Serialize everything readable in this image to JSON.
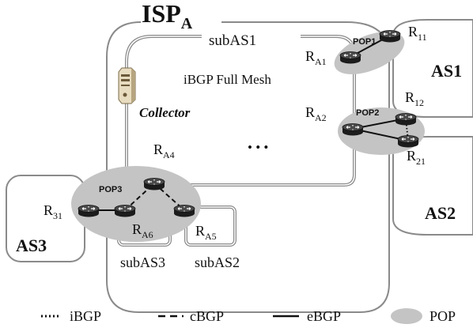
{
  "colors": {
    "box": "#8a8a8a",
    "pop": "#c4c4c4",
    "router": "#2a2a2a",
    "text": "#111111"
  },
  "isp": {
    "main": "ISP",
    "sub": "A"
  },
  "subas1": {
    "label": "subAS1"
  },
  "mesh": {
    "label": "iBGP Full Mesh",
    "dots": "• • •"
  },
  "collector": {
    "label": "Collector",
    "icon": "server-icon"
  },
  "as_labels": {
    "as1": "AS1",
    "as2": "AS2",
    "as3": "AS3",
    "subas2": "subAS2",
    "subas3": "subAS3"
  },
  "pops": {
    "pop1": "POP1",
    "pop2": "POP2",
    "pop3": "POP3"
  },
  "routers": {
    "ra1": {
      "main": "R",
      "sub": "A1"
    },
    "ra2": {
      "main": "R",
      "sub": "A2"
    },
    "ra4": {
      "main": "R",
      "sub": "A4"
    },
    "ra5": {
      "main": "R",
      "sub": "A5"
    },
    "ra6": {
      "main": "R",
      "sub": "A6"
    },
    "r11": {
      "main": "R",
      "sub": "11"
    },
    "r12": {
      "main": "R",
      "sub": "12"
    },
    "r21": {
      "main": "R",
      "sub": "21"
    },
    "r31": {
      "main": "R",
      "sub": "31"
    }
  },
  "legend": {
    "ibgp": "iBGP",
    "cbgp": "cBGP",
    "ebgp": "eBGP",
    "pop": "POP"
  }
}
